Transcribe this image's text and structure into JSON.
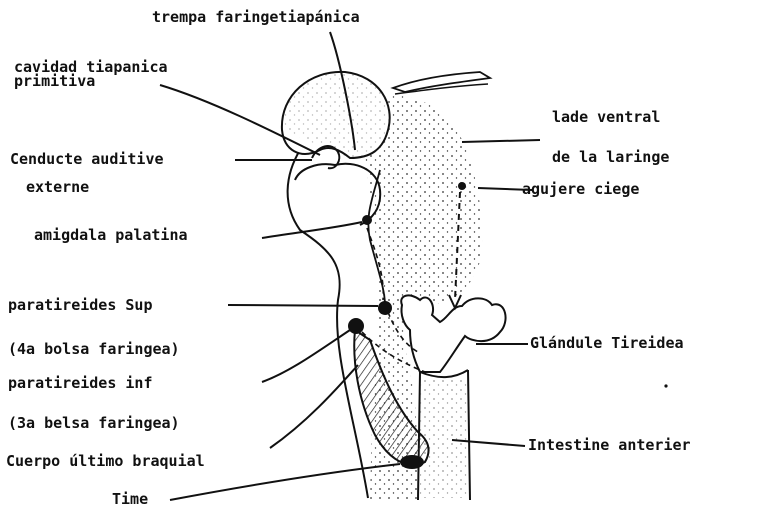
{
  "labels": {
    "trompa": "trempa faringetiapánica",
    "cavidad_1": "cavidad tiapanica",
    "cavidad_2": "primitiva",
    "conducto_1": "Cenducte auditive",
    "conducto_2": "externe",
    "amigdala": "amigdala palatina",
    "paratiroides_sup": "paratireides Sup",
    "bolsa_4": "(4a bolsa faringea)",
    "paratiroides_inf": "paratireides inf",
    "bolsa_3": "(3a belsa faringea)",
    "cuerpo_ultimo": "Cuerpo último braquial",
    "timo": "Time",
    "lado_ventral_1": "lade ventral",
    "lado_ventral_2": "de la laringe",
    "agujero": "agujere ciege",
    "glandula": "Glándule Tireidea",
    "intestino": "Intestine anterier"
  },
  "colors": {
    "ink": "#111111",
    "stipple": "#3a3a3a",
    "paper": "#ffffff"
  }
}
